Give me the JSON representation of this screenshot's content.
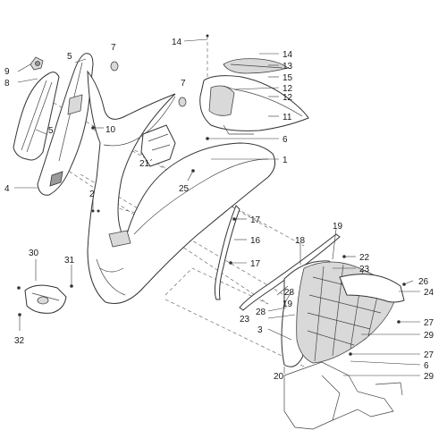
{
  "callouts": [
    {
      "id": "c14a",
      "text": "14"
    },
    {
      "id": "c7a",
      "text": "7"
    },
    {
      "id": "c9",
      "text": "9"
    },
    {
      "id": "c5a",
      "text": "5"
    },
    {
      "id": "c8",
      "text": "8"
    },
    {
      "id": "c14b",
      "text": "14"
    },
    {
      "id": "c13",
      "text": "13"
    },
    {
      "id": "c15",
      "text": "15"
    },
    {
      "id": "c12a",
      "text": "12"
    },
    {
      "id": "c7b",
      "text": "7"
    },
    {
      "id": "c12b",
      "text": "12"
    },
    {
      "id": "c5b",
      "text": "5"
    },
    {
      "id": "c10",
      "text": "10"
    },
    {
      "id": "c11",
      "text": "11"
    },
    {
      "id": "c6a",
      "text": "6"
    },
    {
      "id": "c21",
      "text": "21"
    },
    {
      "id": "c1",
      "text": "1"
    },
    {
      "id": "c4",
      "text": "4"
    },
    {
      "id": "c25",
      "text": "25"
    },
    {
      "id": "c2",
      "text": "2"
    },
    {
      "id": "c17a",
      "text": "17"
    },
    {
      "id": "c19a",
      "text": "19"
    },
    {
      "id": "c16",
      "text": "16"
    },
    {
      "id": "c18",
      "text": "18"
    },
    {
      "id": "c22",
      "text": "22"
    },
    {
      "id": "c30",
      "text": "30"
    },
    {
      "id": "c31",
      "text": "31"
    },
    {
      "id": "c17b",
      "text": "17"
    },
    {
      "id": "c23a",
      "text": "23"
    },
    {
      "id": "c26",
      "text": "26"
    },
    {
      "id": "c24",
      "text": "24"
    },
    {
      "id": "c28a",
      "text": "28"
    },
    {
      "id": "c19b",
      "text": "19"
    },
    {
      "id": "c28b",
      "text": "28"
    },
    {
      "id": "c23b",
      "text": "23"
    },
    {
      "id": "c27a",
      "text": "27"
    },
    {
      "id": "c32",
      "text": "32"
    },
    {
      "id": "c29a",
      "text": "29"
    },
    {
      "id": "c3",
      "text": "3"
    },
    {
      "id": "c27b",
      "text": "27"
    },
    {
      "id": "c6b",
      "text": "6"
    },
    {
      "id": "c20",
      "text": "20"
    },
    {
      "id": "c29b",
      "text": "29"
    }
  ],
  "colors": {
    "line": "#333333",
    "shade": "#d9d9d9",
    "background": "#ffffff"
  }
}
